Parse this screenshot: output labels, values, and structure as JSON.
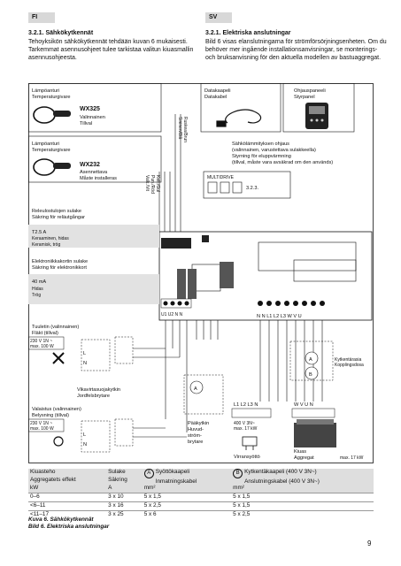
{
  "header": {
    "fi_tag": "FI",
    "sv_tag": "SV",
    "fi_title": "3.2.1. Sähkökytkennät",
    "fi_body": "Tehoyksikön sähkökytkennät tehdään kuvan 6 mukaisesti. Tarkemmat asennusohjeet tulee tarkistaa valitun kiuasmallin asennusohjeesta.",
    "sv_title": "3.2.1. Elektriska anslutningar",
    "sv_body": "Bild 6 visas elanslutningarna för strömförsörjningsenheten. Om du behöver mer ingående installationsanvisningar, se monterings- och bruksanvisning för den aktuella modellen av bastuaggregat."
  },
  "diagram": {
    "sensor1_label_fi": "Lämpöanturi",
    "sensor1_label_sv": "Temperaturgivare",
    "wx325_model": "WX325",
    "wx325_fi": "Valinnainen",
    "wx325_sv": "Tillval",
    "sensor2_label_fi": "Lämpöanturi",
    "sensor2_label_sv": "Temperaturgivare",
    "wx232_model": "WX232",
    "wx232_fi": "Asennettava",
    "wx232_sv": "Måste installeras",
    "wire_blue": "Sininen/Blå",
    "wire_brown": "Ruskea/Brun",
    "wire_white": "Valk./Vit",
    "wire_red": "Pun./Röd",
    "wire_yellow": "Kelt./Gul",
    "data_cable_fi": "Datakaapeli",
    "data_cable_sv": "Datakabel",
    "panel_fi": "Ohjauspaneeli",
    "panel_sv": "Styrpanel",
    "heating_control_1": "Sähkölämmityksen ohjaus",
    "heating_control_2": "(valinnainen, varustettava sulakkeella)",
    "heating_control_3": "Styrning för eluppvärmning",
    "heating_control_4": "(tillval, måste vara avsäkrad om den används)",
    "multidrive": "MULTIDRIVE",
    "ref": "3.2.3.",
    "relay_fuse_fi": "Releulostulojen sulake",
    "relay_fuse_sv": "Säkring för reläutgångar",
    "t25": "T2.5 A",
    "t25_fi": "Keraaminen, hidas",
    "t25_sv": "Keramisk, trög",
    "elec_fuse_fi": "Elektroniikkakortin sulake",
    "elec_fuse_sv": "Säkring för elektronikkort",
    "ma40": "40 mA",
    "ma40_fi": "Hidas",
    "ma40_sv": "Trög",
    "fan_fi": "Tuuletin (valinnainen)",
    "fan_sv": "Fläkt (tillval)",
    "fan_spec_1": "230 V 1N ~",
    "fan_spec_2": "max. 100 W",
    "rcd_fi": "Vikavirtasuojakytkin",
    "rcd_sv": "Jordfelsbrytare",
    "light_fi": "Valaistus (valinnainen)",
    "light_sv": "Belysning (tillval)",
    "light_spec_1": "230 V 1N ~",
    "light_spec_2": "max. 100 W",
    "main_switch": [
      "Pääkytkin",
      "Huvud-",
      "ström-",
      "brytare"
    ],
    "supply_label": "L1 L2 L3 N",
    "supply_spec_1": "400 V 3N~",
    "supply_spec_2": "max. 17 kW",
    "supply_fi": "Virransyöttö",
    "supply_sv": "Inmatning",
    "heater_label": "W V U N",
    "heater_fi": "Kiuas",
    "heater_sv": "Aggregat",
    "heater_spec": "max. 17 kW",
    "junction_fi": "Kytkentärasia",
    "junction_sv": "Kopplingsdosa",
    "terminals_left": "U1 U2 N N",
    "terminals_right": "N  N  L1 L2 L3  W  V  U",
    "circle_a": "A",
    "circle_b": "B",
    "L": "L",
    "N": "N"
  },
  "table": {
    "col1_h1": "Kiuasteho",
    "col1_h2": "Aggregatets effekt",
    "col1_unit": "kW",
    "col2_h1": "Sulake",
    "col2_h2": "Säkring",
    "col2_unit": "A",
    "col3_badge": "A",
    "col3_h1": "Syöttökaapeli",
    "col3_h2": "Inmatningskabel",
    "col3_unit": "mm²",
    "col4_badge": "B",
    "col4_h1": "Kytkentäkaapeli (400 V 3N~)",
    "col4_h2": "Anslutningskabel (400 V 3N~)",
    "col4_unit": "mm²",
    "rows": [
      {
        "power": "0–6",
        "fuse": "3 x 10",
        "a": "5 x 1,5",
        "b": "5 x 1,5"
      },
      {
        "power": "<6–11",
        "fuse": "3 x 16",
        "a": "5 x 2,5",
        "b": "5 x 1,5"
      },
      {
        "power": "<11–17",
        "fuse": "3 x 25",
        "a": "5 x 6",
        "b": "5 x 2,5"
      }
    ]
  },
  "caption": {
    "line1": "Kuva 6.   Sähkökytkennät",
    "line2": "Bild 6.    Elektriska anslutningar"
  },
  "page_number": "9"
}
